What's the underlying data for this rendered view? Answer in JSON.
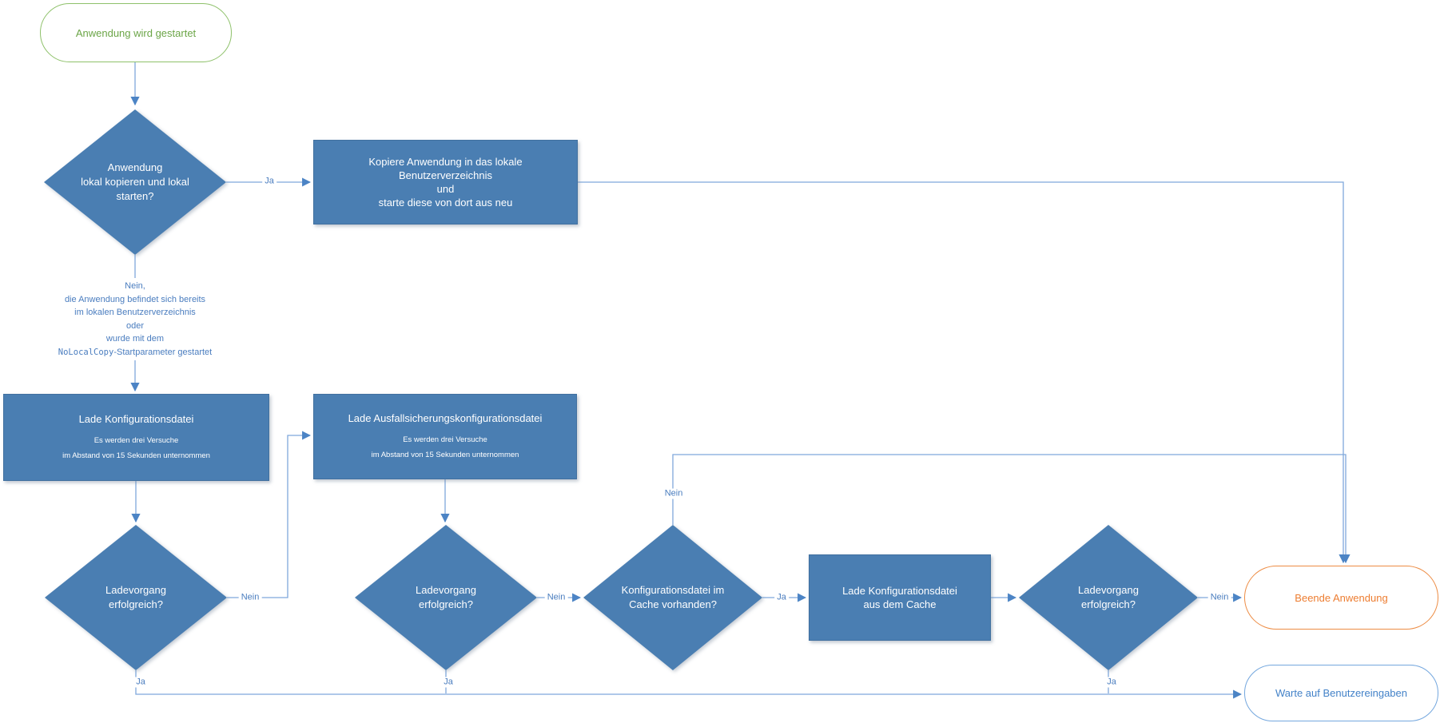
{
  "diagram_title": "Anwendungsstart-Flussdiagramm",
  "colors": {
    "shape_fill": "#4a7eb2",
    "shape_border": "#41709f",
    "shape_text": "#ffffff",
    "connector": "#7fa8dc",
    "arrowhead": "#4c84c5",
    "label_text": "#4a7dbf",
    "start_border": "#8ec16a",
    "start_text": "#6ba547",
    "exit_border": "#ed8c44",
    "exit_text": "#ed7d31",
    "wait_border": "#74a7de",
    "wait_text": "#4382c8"
  },
  "nodes": {
    "start": {
      "label": "Anwendung wird gestartet"
    },
    "copy_decision": {
      "label": "Anwendung\nlokal kopieren und lokal\nstarten?"
    },
    "copy_process": {
      "label": "Kopiere Anwendung in das lokale\nBenutzerverzeichnis\nund\nstarte diese von dort aus neu"
    },
    "load_config": {
      "title": "Lade Konfigurationsdatei",
      "note": "Es werden drei Versuche\nim Abstand von 15 Sekunden unternommen"
    },
    "load_failover": {
      "title": "Lade Ausfallsicherungskonfigurationsdatei",
      "note": "Es werden drei Versuche\nim Abstand von 15 Sekunden unternommen"
    },
    "load_ok_1": {
      "label": "Ladevorgang\nerfolgreich?"
    },
    "load_ok_2": {
      "label": "Ladevorgang\nerfolgreich?"
    },
    "cache_decision": {
      "label": "Konfigurationsdatei im\nCache vorhanden?"
    },
    "load_cache": {
      "label": "Lade Konfigurationsdatei\naus dem Cache"
    },
    "load_ok_3": {
      "label": "Ladevorgang\nerfolgreich?"
    },
    "exit": {
      "label": "Beende Anwendung"
    },
    "wait": {
      "label": "Warte auf Benutzereingaben"
    }
  },
  "edge_labels": {
    "copy_yes": "Ja",
    "load1_no": "Nein",
    "load1_yes": "Ja",
    "load2_no": "Nein",
    "load2_yes": "Ja",
    "cache_no": "Nein",
    "cache_yes": "Ja",
    "load3_no": "Nein",
    "load3_yes": "Ja"
  },
  "annotations": {
    "no_copy_note_lines": "Nein,\ndie Anwendung befindet sich bereits\nim lokalen Benutzerverzeichnis\noder\nwurde mit dem",
    "no_copy_note_code": "NoLocalCopy",
    "no_copy_note_code_suffix": "-Startparameter gestartet"
  }
}
